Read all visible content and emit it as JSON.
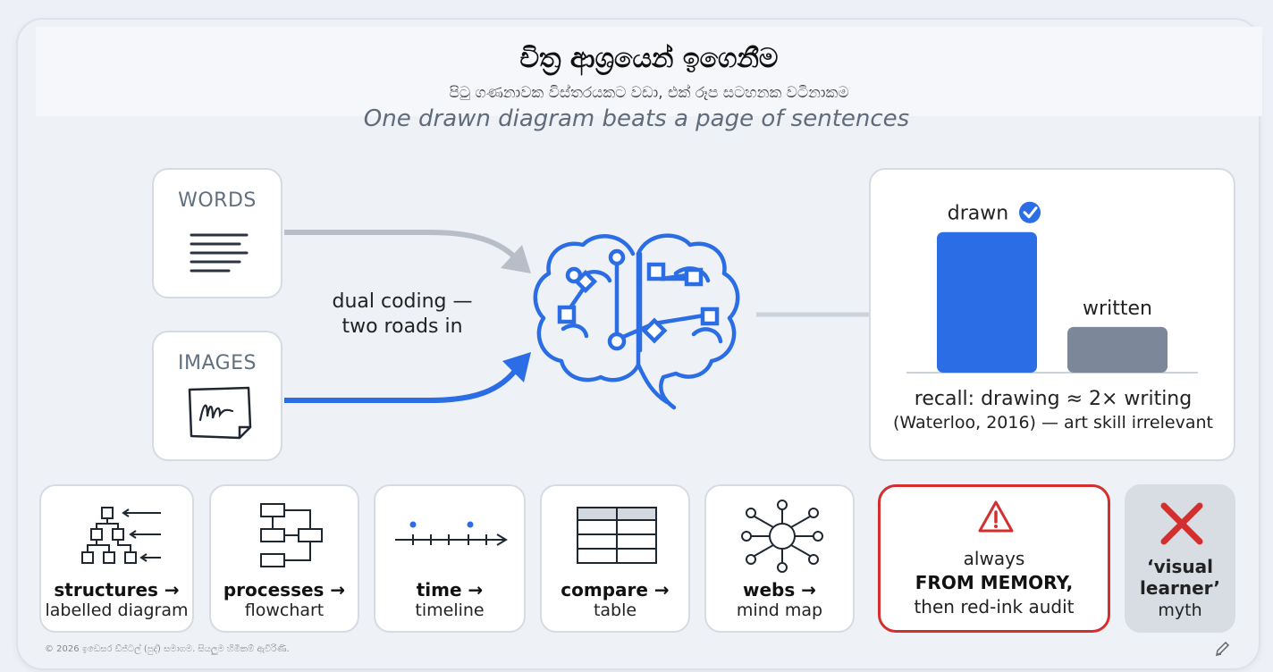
{
  "header": {
    "title": "චිත්‍ර ආශ්‍රයෙන් ඉගෙනීම",
    "subtitle": "පිටු ගණනාවක විස්තරයකට වඩා, එක් රූප සටහනක වටිනාකම",
    "tagline": "One drawn diagram beats a page of sentences"
  },
  "inputs": {
    "words_label": "WORDS",
    "images_label": "IMAGES",
    "dual_coding_line1": "dual coding —",
    "dual_coding_line2": "two roads in"
  },
  "colors": {
    "accent": "#2b6de5",
    "grey": "#7c8799",
    "warning": "#d32f2f",
    "arrow_grey": "#b8bec8"
  },
  "chart_data": {
    "type": "bar",
    "categories": [
      "drawn",
      "written"
    ],
    "values": [
      2,
      0.65
    ],
    "ylim": [
      0,
      2.2
    ],
    "caption": "recall: drawing ≈ 2× writing",
    "source": "(Waterloo, 2016) — art skill irrelevant"
  },
  "techniques": [
    {
      "bold": "structures →",
      "sub": "labelled diagram"
    },
    {
      "bold": "processes →",
      "sub": "flowchart"
    },
    {
      "bold": "time →",
      "sub": "timeline"
    },
    {
      "bold": "compare →",
      "sub": "table"
    },
    {
      "bold": "webs →",
      "sub": "mind map"
    }
  ],
  "warning": {
    "line1": "always",
    "line2": "FROM MEMORY,",
    "line3": "then red-ink audit"
  },
  "myth": {
    "line1": "‘visual",
    "line2": "learner’",
    "line3": "myth"
  },
  "footer": "© 2026 ඉඩෙසර ඩ්ජ්ටල් (පුද්) සමාගම. සියලුම හිමිකම් ඇවිරිණි."
}
